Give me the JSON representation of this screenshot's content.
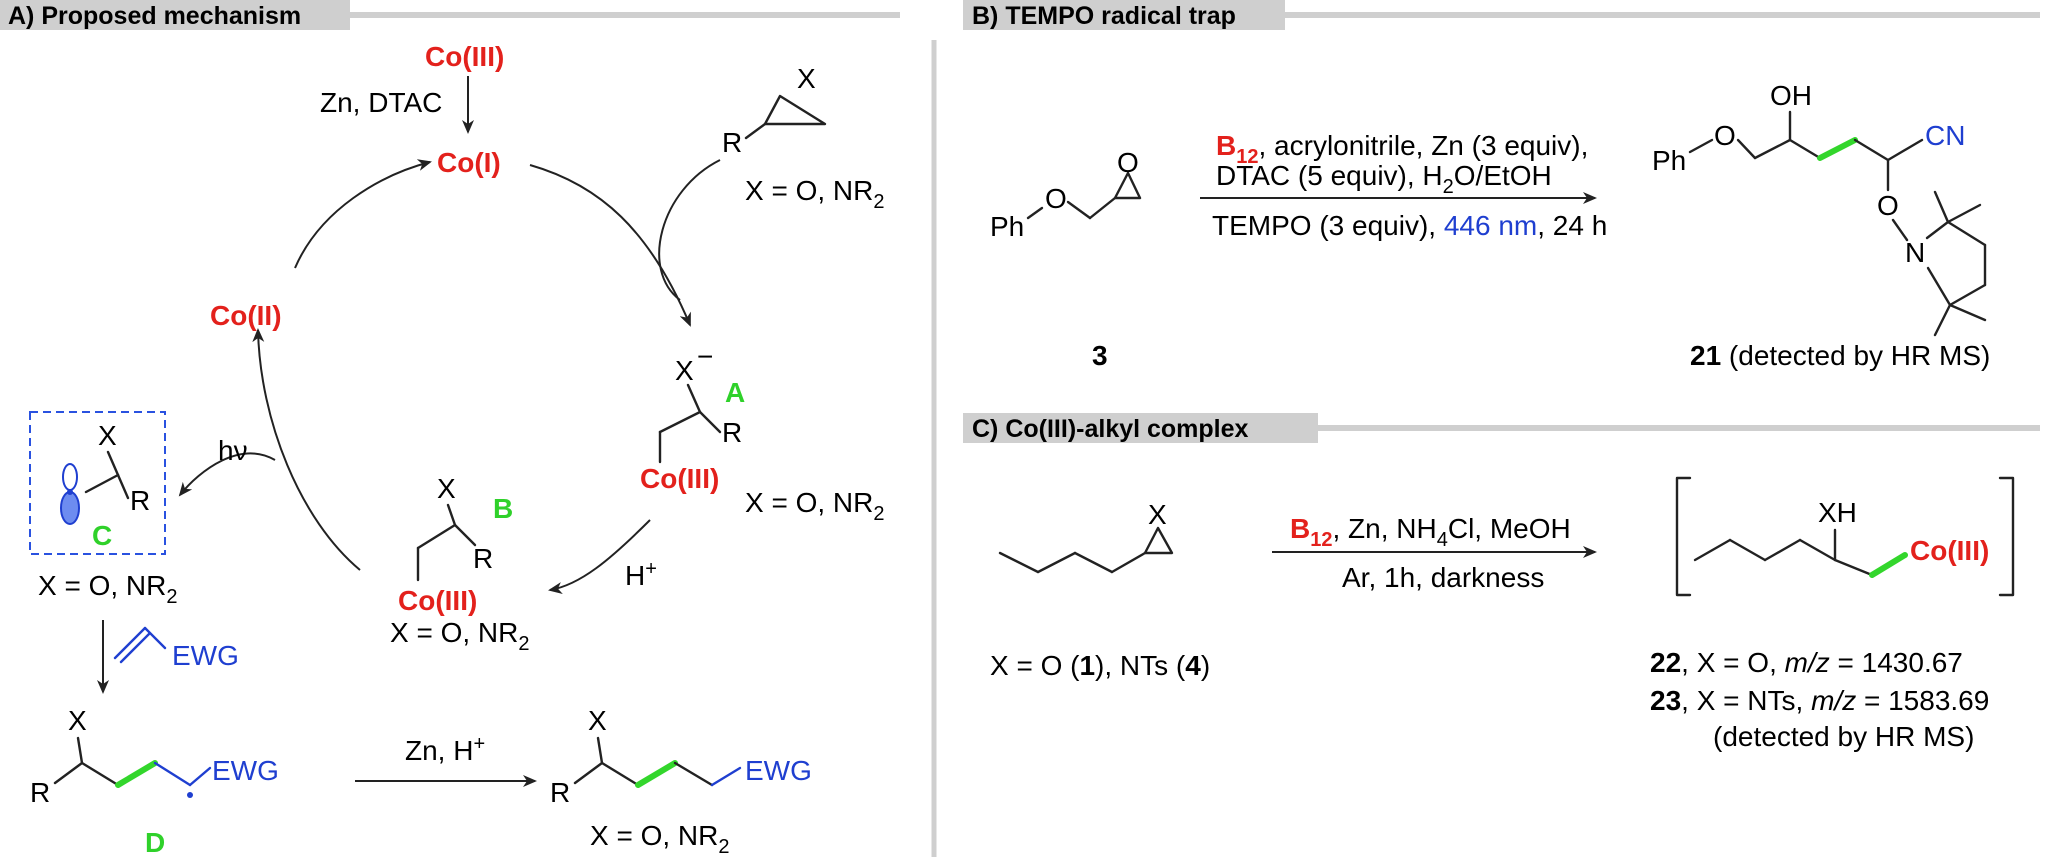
{
  "panelA": {
    "header": "A) Proposed mechanism",
    "co3_top": "Co(III)",
    "zn_dtac": "Zn, DTAC",
    "co1": "Co(I)",
    "co2": "Co(II)",
    "epoxide_sub": "X = O, NR",
    "epoxide_sub_2": "2",
    "A_label": "A",
    "A_co3": "Co(III)",
    "A_sub": "X = O, NR",
    "A_sub_2": "2",
    "B_label": "B",
    "B_co3": "Co(III)",
    "B_sub": "X = O, NR",
    "B_sub_2": "2",
    "C_label": "C",
    "C_sub": "X = O, NR",
    "C_sub_2": "2",
    "hv": "hν",
    "hplus": "H",
    "hplus_sup": "+",
    "ewg": "EWG",
    "D_label": "D",
    "zn_h": "Zn, H",
    "zn_h_sup": "+",
    "prod_sub": "X = O, NR",
    "prod_sub_2": "2",
    "X": "X",
    "Xminus": "X",
    "R": "R"
  },
  "panelB": {
    "header": "B) TEMPO radical trap",
    "ph": "Ph",
    "O": "O",
    "cond1_b12": "B",
    "cond1_b12_sub": "12",
    "cond1_rest": ", acrylonitrile, Zn (3 equiv),",
    "cond2_a": "DTAC (5 equiv), H",
    "cond2_sub": "2",
    "cond2_b": "O/EtOH",
    "cond3_a": "TEMPO (3 equiv), ",
    "cond3_nm": "446 nm",
    "cond3_b": ", 24 h",
    "compound3": "3",
    "OH": "OH",
    "CN": "CN",
    "N": "N",
    "prod_num": "21",
    "prod_note": " (detected by HR MS)"
  },
  "panelC": {
    "header": "C) Co(III)-alkyl complex",
    "cond1_b12": "B",
    "cond1_b12_sub": "12",
    "cond1_a": ", Zn, NH",
    "cond1_sub": "4",
    "cond1_b": "Cl, MeOH",
    "cond2": "Ar, 1h, darkness",
    "sub_a": "X = O (",
    "sub_n1": "1",
    "sub_b": "), NTs (",
    "sub_n2": "4",
    "sub_c": ")",
    "XH": "XH",
    "co3": "Co(III)",
    "p22_num": "22",
    "p22_a": ", X = O, ",
    "p22_mz": "m/z",
    "p22_b": " = 1430.67",
    "p23_num": "23",
    "p23_a": ", X = NTs, ",
    "p23_mz": "m/z",
    "p23_b": " = 1583.69",
    "detected": "(detected by HR MS)"
  }
}
